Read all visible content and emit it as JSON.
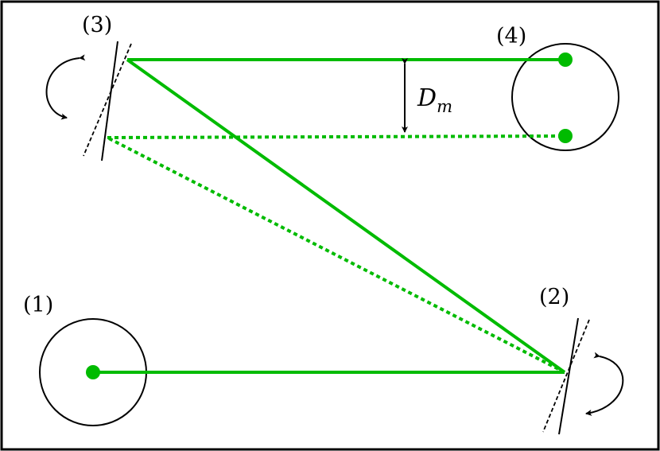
{
  "labels": {
    "station_1": "(1)",
    "station_2": "(2)",
    "station_3": "(3)",
    "station_4": "(4)"
  },
  "dimension": {
    "symbol": "D",
    "subscript": "m"
  },
  "colors": {
    "beam": "#00bb00",
    "line": "#000000",
    "background": "#ffffff"
  }
}
